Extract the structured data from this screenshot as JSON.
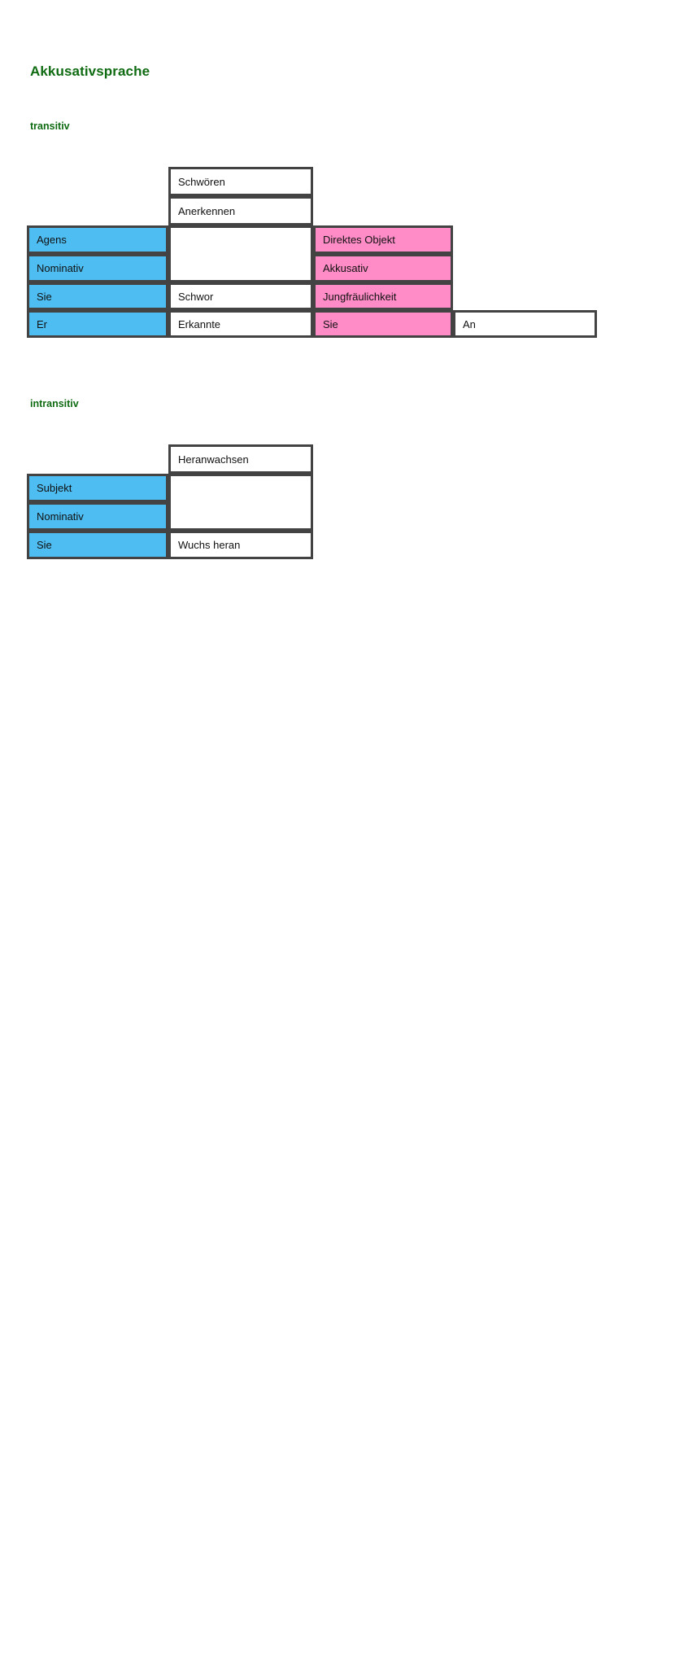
{
  "document": {
    "title": "Akkusativsprache",
    "title_color": "#0f6b12"
  },
  "sections": [
    {
      "label": "transitiv",
      "table": {
        "columns": [
          "argument-1",
          "verb",
          "argument-2",
          "argument-3"
        ],
        "rows": [
          {
            "c1": "",
            "c2": "Schwören",
            "c3": "",
            "c4": ""
          },
          {
            "c1": "",
            "c2": "Anerkennen",
            "c3": "",
            "c4": ""
          },
          {
            "c1": "Agens",
            "c2": "",
            "c3": "Direktes Objekt",
            "c4": ""
          },
          {
            "c1": "Nominativ",
            "c2": "",
            "c3": "Akkusativ",
            "c4": ""
          },
          {
            "c1": "Sie",
            "c2": "Schwor",
            "c3": "Jungfräulichkeit",
            "c4": ""
          },
          {
            "c1": "Er",
            "c2": "Erkannte",
            "c3": "Sie",
            "c4": "An"
          }
        ]
      }
    },
    {
      "label": "intransitiv",
      "table": {
        "columns": [
          "argument-1",
          "verb"
        ],
        "rows": [
          {
            "c1": "",
            "c2": "Heranwachsen"
          },
          {
            "c1": "Subjekt",
            "c2": ""
          },
          {
            "c1": "Nominativ",
            "c2": ""
          },
          {
            "c1": "Sie",
            "c2": "Wuchs heran"
          }
        ]
      }
    }
  ],
  "cells": {
    "t1": {
      "r1c2": "Schwören",
      "r2c2": "Anerkennen",
      "r3c1": "Agens",
      "r3c3": "Direktes Objekt",
      "r4c1": "Nominativ",
      "r4c3": "Akkusativ",
      "r5c1": "Sie",
      "r5c2": "Schwor",
      "r5c3": "Jungfräulichkeit",
      "r6c1": "Er",
      "r6c2": "Erkannte",
      "r6c3": "Sie",
      "r6c4": "An"
    },
    "t2": {
      "r1c2": "Heranwachsen",
      "r2c1": "Subjekt",
      "r3c1": "Nominativ",
      "r4c1": "Sie",
      "r4c2": "Wuchs heran"
    }
  },
  "colors": {
    "subject_blue": "#4dbdf2",
    "object_pink": "#ff8cc6",
    "border_gray": "#434343",
    "heading_green": "#0f6b12",
    "background": "#ffffff"
  },
  "labels": {
    "transitiv": "transitiv",
    "intransitiv": "intransitiv"
  }
}
